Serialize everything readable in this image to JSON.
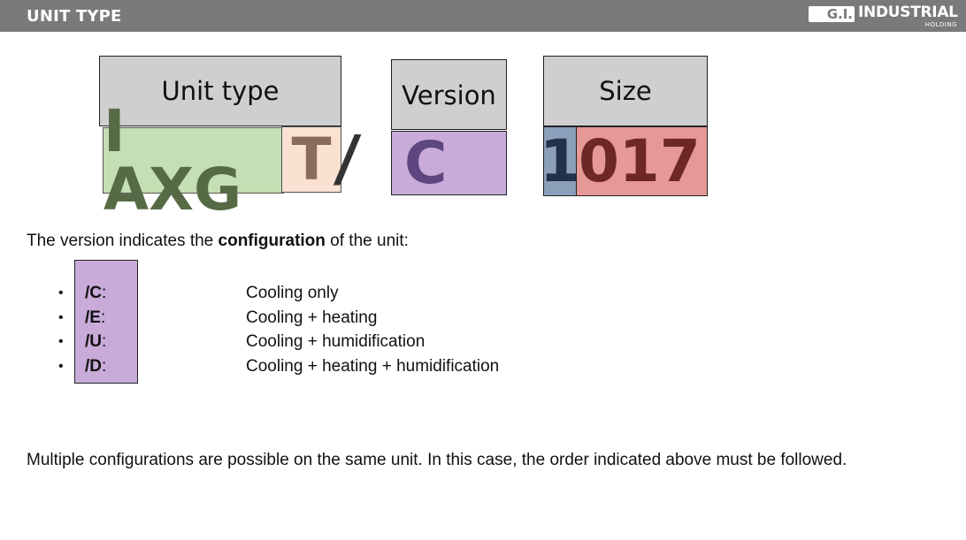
{
  "header": {
    "title": "UNIT TYPE",
    "logo": {
      "mark": "G.I.",
      "name": "INDUSTRIAL",
      "sub": "HOLDING"
    }
  },
  "code_diagram": {
    "headers": {
      "unit_type": "Unit type",
      "version": "Version",
      "size": "Size"
    },
    "segments": {
      "unit": "I AXG",
      "t": "T",
      "slash": "/",
      "version": "C",
      "size_first": "1",
      "size_rest": "017"
    },
    "colors": {
      "unit_bg": "#c4dfb4",
      "unit_text": "#566b45",
      "t_bg": "#fbe1d2",
      "t_text": "#8a6b5e",
      "version_bg": "#c8abd9",
      "version_text": "#5e4680",
      "size_first_bg": "#8b9fba",
      "size_first_text": "#22304a",
      "size_rest_bg": "#e69896",
      "size_rest_text": "#6e2727",
      "header_bg": "#cfcfcf"
    }
  },
  "description": {
    "prefix": "The version indicates the ",
    "bold": "configuration",
    "suffix": " of the unit:"
  },
  "configurations": [
    {
      "bullet": "•",
      "code": "/C",
      "colon": ":",
      "description": "Cooling only"
    },
    {
      "bullet": "•",
      "code": "/E",
      "colon": ":",
      "description": "Cooling + heating"
    },
    {
      "bullet": "•",
      "code": "/U",
      "colon": ":",
      "description": "Cooling + humidification"
    },
    {
      "bullet": "•",
      "code": "/D",
      "colon": ":",
      "description": "Cooling + heating + humidification"
    }
  ],
  "note": "Multiple configurations are possible on the same unit. In this case, the order indicated above must be followed."
}
